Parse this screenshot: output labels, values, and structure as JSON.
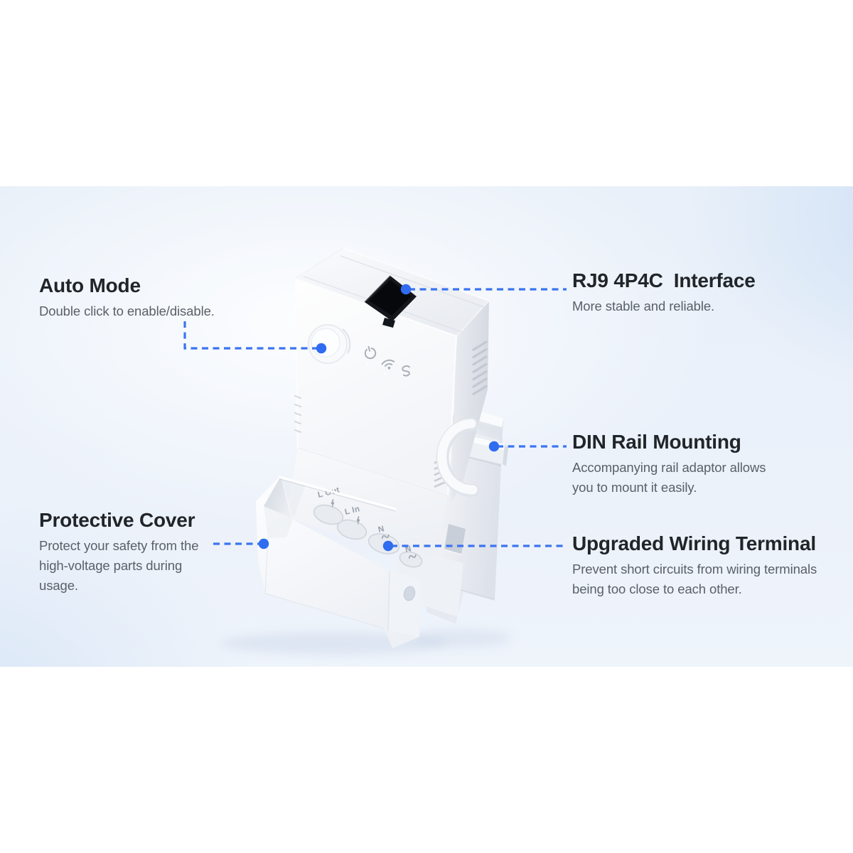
{
  "colors": {
    "accent_blue": "#3b74f0",
    "dot_blue": "#2f6cf0",
    "heading_text": "#212529",
    "body_text": "#5a6067",
    "port_black": "#14171c"
  },
  "callouts": {
    "auto_mode": {
      "title": "Auto Mode",
      "description": "Double click to enable/disable."
    },
    "rj9": {
      "title": "RJ9 4P4C  Interface",
      "description": "More stable and reliable."
    },
    "din_rail": {
      "title": "DIN Rail Mounting",
      "description": "Accompanying rail adaptor allows\nyou to mount it easily."
    },
    "protective_cover": {
      "title": "Protective Cover",
      "description": "Protect your safety from the\nhigh-voltage parts during\nusage."
    },
    "wiring_terminal": {
      "title": "Upgraded Wiring Terminal",
      "description": "Prevent short circuits from wiring terminals\nbeing too close to each other."
    }
  },
  "device": {
    "terminal_labels": [
      "L Out",
      "L In",
      "N",
      "N"
    ],
    "status_icons": [
      "power-icon",
      "wifi-icon",
      "ewelink-icon"
    ]
  }
}
